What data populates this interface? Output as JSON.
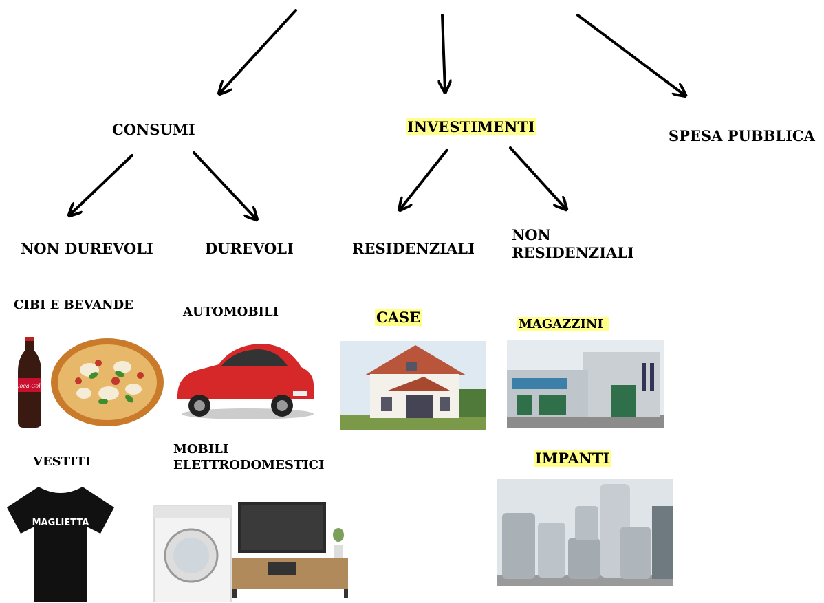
{
  "level1": {
    "consumi": "CONSUMI",
    "investimenti": "INVESTIMENTI",
    "spesa_pubblica": "SPESA PUBBLICA"
  },
  "level2": {
    "non_durevoli": "NON DUREVOLI",
    "durevoli": "DUREVOLI",
    "residenziali": "RESIDENZIALI",
    "non_residenziali_line1": "NON",
    "non_residenziali_line2": "RESIDENZIALI"
  },
  "examples": {
    "cibi_bevande": "CIBI E BEVANDE",
    "automobili": "AUTOMOBILI",
    "case": "CASE",
    "magazzini": "MAGAZZINI",
    "vestiti": "VESTITI",
    "mobili_line1": "MOBILI",
    "mobili_line2": "ELETTRODOMESTICI",
    "impianti": "IMPANTI"
  },
  "images": {
    "soda_bottle_label": "Coca-Cola",
    "tshirt_print": "MAGLIETTA"
  },
  "colors": {
    "highlight": "#ffff8a",
    "car_red": "#d62828",
    "tshirt": "#111111"
  }
}
